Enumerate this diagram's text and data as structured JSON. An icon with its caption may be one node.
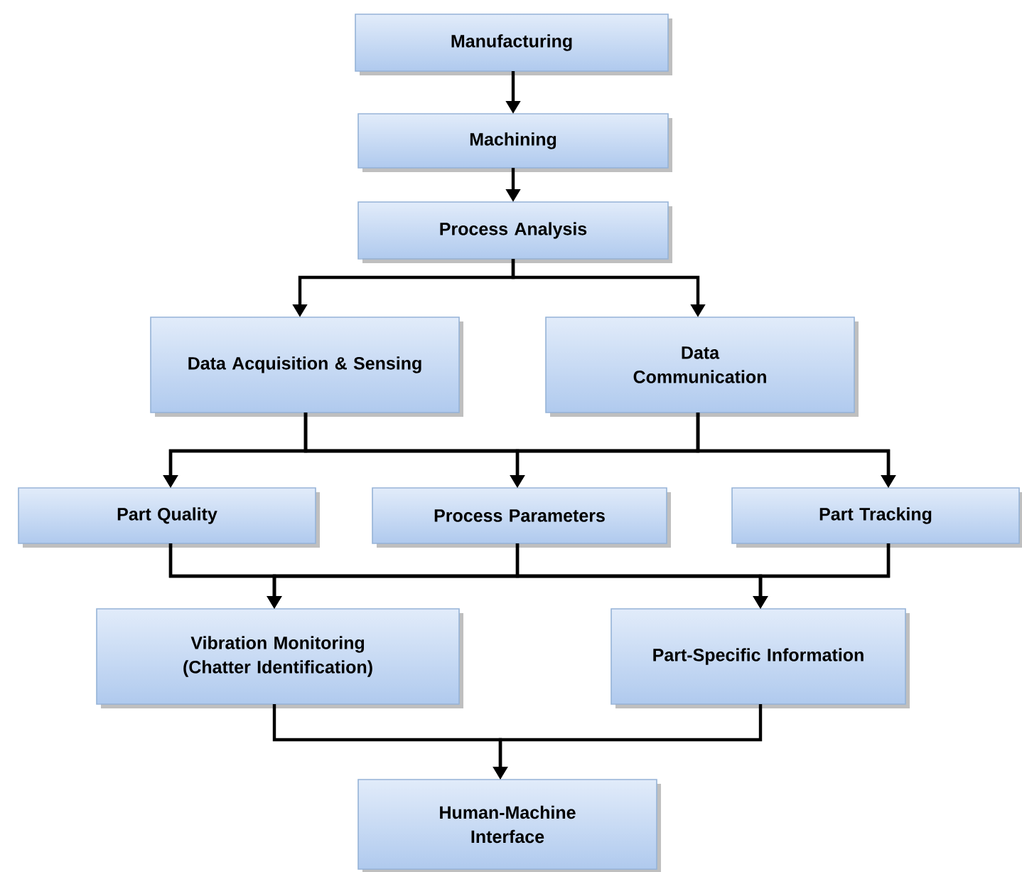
{
  "diagram": {
    "nodes": [
      {
        "text": [
          "Manufacturing"
        ]
      },
      {
        "text": [
          "Machining"
        ]
      },
      {
        "text": [
          "Process Analysis"
        ]
      },
      {
        "text": [
          "Data Acquisition & Sensing"
        ]
      },
      {
        "text": [
          "Data Communication"
        ]
      },
      {
        "text": [
          "Part Quality"
        ]
      },
      {
        "text": [
          "Process Parameters"
        ]
      },
      {
        "text": [
          "Part Tracking"
        ]
      },
      {
        "text": [
          "Vibration Monitoring (Chatter Identification)"
        ]
      },
      {
        "text": [
          "Part-Specific Information"
        ]
      },
      {
        "text": [
          "Human-Machine Interface"
        ]
      }
    ],
    "edges": [
      {
        "from": 0,
        "to": 1,
        "arrow": "to"
      },
      {
        "from": 1,
        "to": 2,
        "arrow": "to"
      },
      {
        "from": 2,
        "to": 3,
        "arrow": "to"
      },
      {
        "from": 2,
        "to": 4,
        "arrow": "to"
      },
      {
        "from": 3,
        "to": 5,
        "arrow": "to"
      },
      {
        "from": 3,
        "to": 6,
        "arrow": "to"
      },
      {
        "from": 3,
        "to": 7,
        "arrow": "to"
      },
      {
        "from": 4,
        "to": 5,
        "arrow": "to"
      },
      {
        "from": 4,
        "to": 6,
        "arrow": "to"
      },
      {
        "from": 4,
        "to": 7,
        "arrow": "to"
      },
      {
        "from": 5,
        "to": 8,
        "arrow": "to"
      },
      {
        "from": 5,
        "to": 9,
        "arrow": "to"
      },
      {
        "from": 6,
        "to": 8,
        "arrow": "to"
      },
      {
        "from": 6,
        "to": 9,
        "arrow": "to"
      },
      {
        "from": 7,
        "to": 8,
        "arrow": "to"
      },
      {
        "from": 7,
        "to": 9,
        "arrow": "to"
      },
      {
        "from": 8,
        "to": 10,
        "arrow": "to"
      },
      {
        "from": 9,
        "to": 10,
        "arrow": "to"
      }
    ]
  }
}
